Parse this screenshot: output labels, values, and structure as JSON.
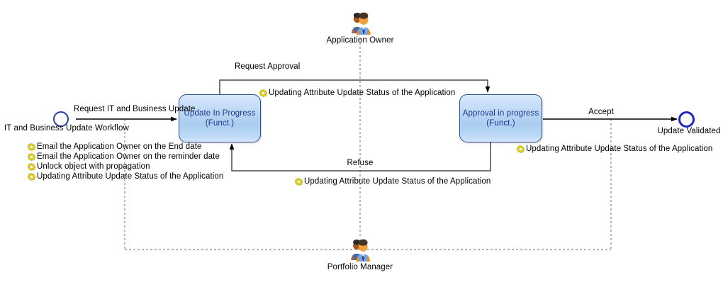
{
  "diagram": {
    "title": "IT and Business Update Workflow",
    "colors": {
      "state_fill_light": "#d8e8fa",
      "state_fill_dark": "#a9cdf0",
      "state_border": "#2b4f8e",
      "state_text": "#20368c",
      "start_circle_border": "#2b3f9e",
      "end_circle_border": "#1f27c0",
      "gear_icon": "#e8d400",
      "edge_line": "#000000",
      "lane_line": "#9a9a9a",
      "background": "#ffffff"
    }
  },
  "start_node": {
    "name": "start-node",
    "label": "IT and Business Update Workflow"
  },
  "end_node": {
    "name": "end-node",
    "label": "Update Validated"
  },
  "states": [
    {
      "id": "update-in-progress",
      "label": "Update In Progress\n(Funct.)"
    },
    {
      "id": "approval-in-progress",
      "label": "Approval in progress\n(Funct.)"
    }
  ],
  "transitions": [
    {
      "id": "request-it-and-business-update",
      "label": "Request IT and Business Update"
    },
    {
      "id": "request-approval",
      "label": "Request Approval"
    },
    {
      "id": "refuse",
      "label": "Refuse"
    },
    {
      "id": "accept",
      "label": "Accept"
    }
  ],
  "actors": [
    {
      "id": "application-owner",
      "label": "Application Owner",
      "icon": "users-icon"
    },
    {
      "id": "portfolio-manager",
      "label": "Portfolio Manager",
      "icon": "users-icon"
    }
  ],
  "annotations": {
    "start_actions": [
      {
        "icon": "gear-icon",
        "label": "Email the Application Owner on the End date"
      },
      {
        "icon": "gear-icon",
        "label": "Email the Application Owner on the reminder date"
      },
      {
        "icon": "gear-icon",
        "label": "Unlock object with propagation"
      },
      {
        "icon": "gear-icon",
        "label": "Updating Attribute Update Status of the Application"
      }
    ],
    "request_approval_action": {
      "icon": "gear-icon",
      "label": "Updating Attribute Update Status of the Application"
    },
    "refuse_action": {
      "icon": "gear-icon",
      "label": "Updating Attribute Update Status of the Application"
    },
    "accept_action": {
      "icon": "gear-icon",
      "label": "Updating Attribute Update Status of the Application"
    }
  }
}
